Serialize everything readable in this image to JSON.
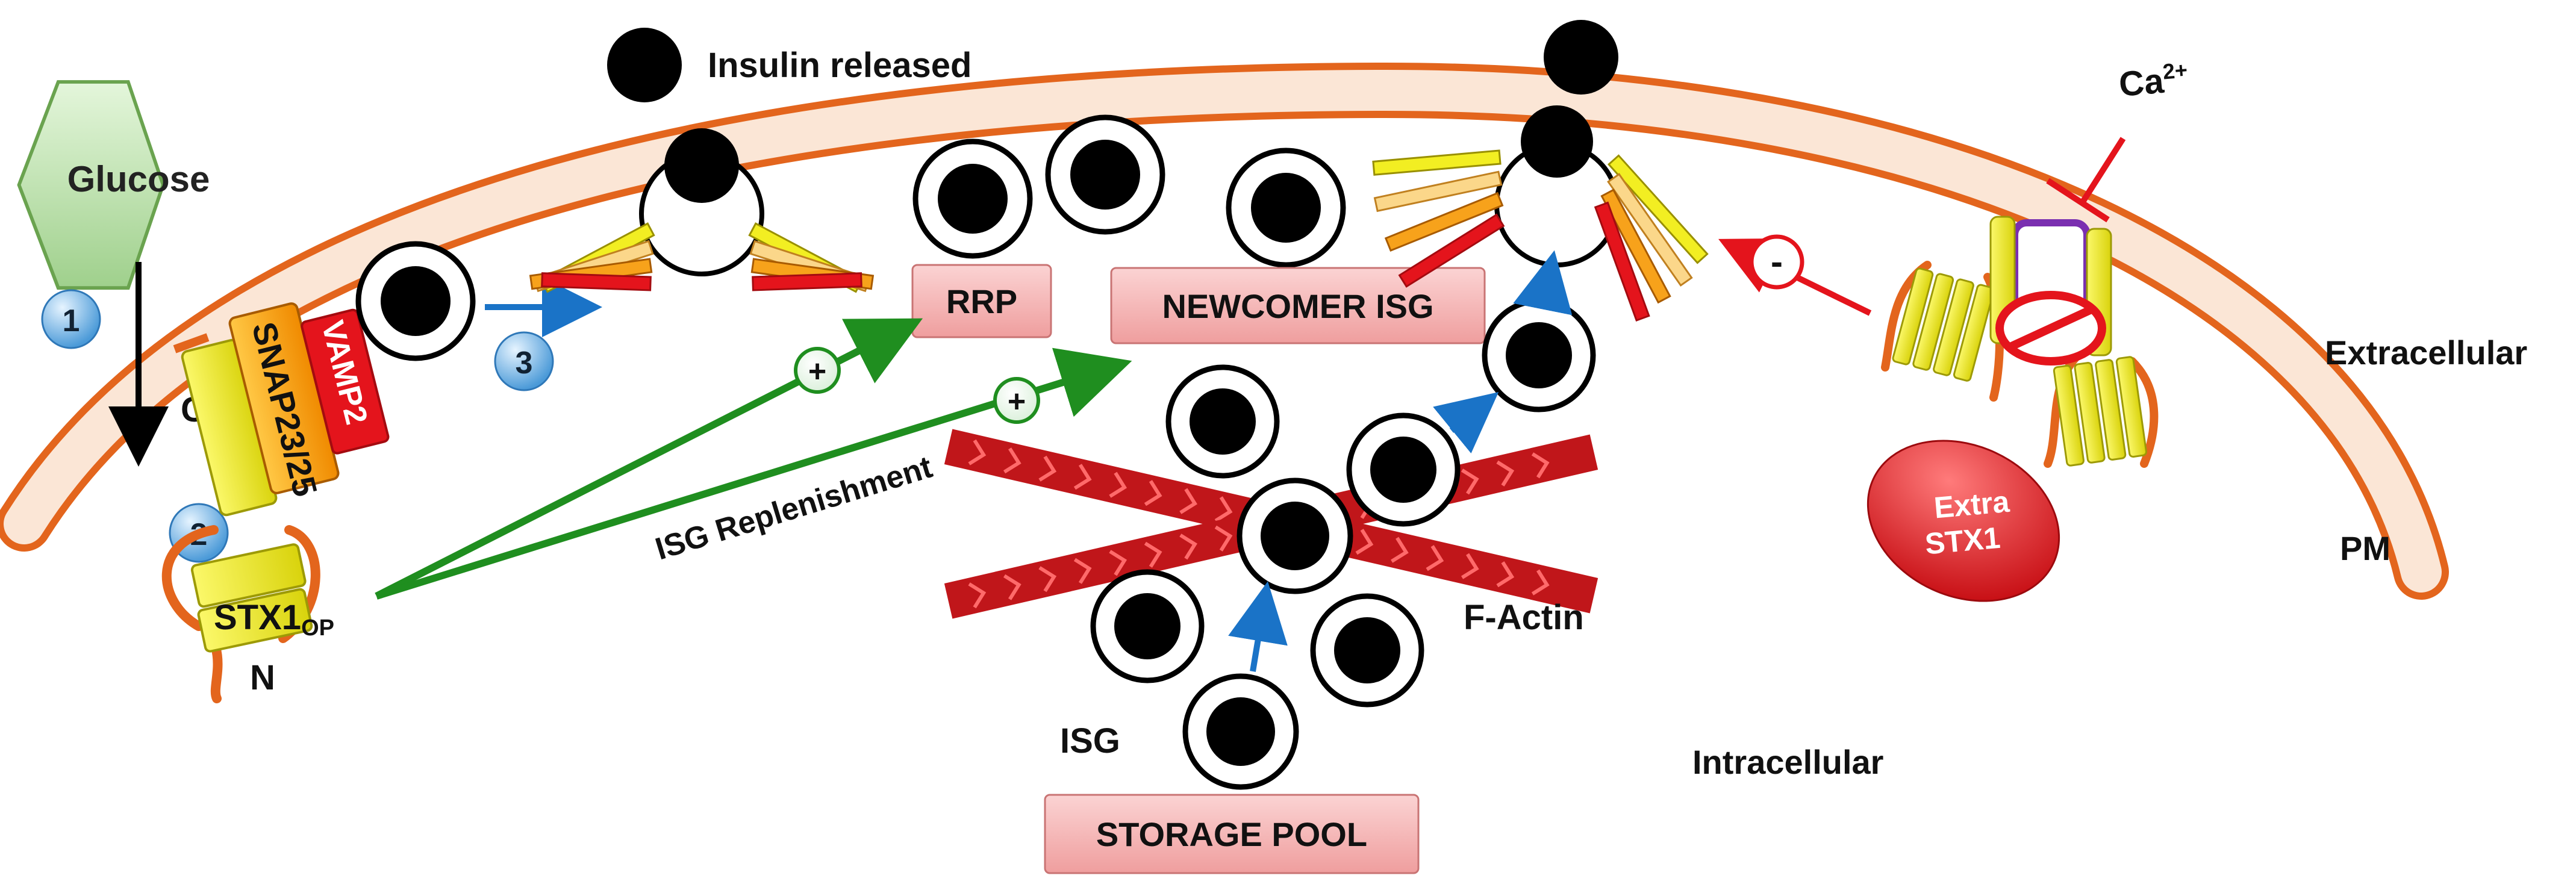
{
  "labels": {
    "glucose": "Glucose",
    "insulin_released": "Insulin released",
    "step1": "1",
    "step2": "2",
    "step3": "3",
    "c_terminus": "C",
    "n_terminus": "N",
    "snap": "SNAP23/25",
    "vamp": "VAMP2",
    "stx_main": "STX1",
    "stx_sub": "OP",
    "rrp": "RRP",
    "newcomer": "NEWCOMER ISG",
    "replenishment": "ISG Replenishment",
    "plus": "+",
    "minus": "-",
    "factin": "F-Actin",
    "isg": "ISG",
    "storage": "STORAGE POOL",
    "extracellular": "Extracellular",
    "intracellular": "Intracellular",
    "pm": "PM",
    "extra_line1": "Extra",
    "extra_line2": "STX1",
    "calcium_base": "Ca",
    "calcium_sup": "2+"
  },
  "colors": {
    "membrane": "#e3651d",
    "membrane_fill": "#fbe6d6",
    "green_arrow": "#1f8e1f",
    "blue_arrow": "#1a73c7",
    "red": "#e4141c",
    "pink_box": "#f6b6b6",
    "yellow_helix": "#f2ee22",
    "orange_helix": "#f7a21b",
    "actin": "#c0161a",
    "granule": "#000000",
    "glucose_fill": "#b9e2a8",
    "step_circle": "#8ec4ea"
  }
}
